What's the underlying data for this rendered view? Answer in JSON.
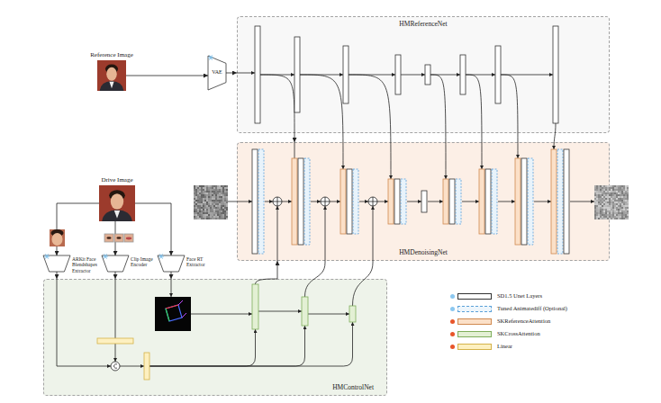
{
  "diagram": {
    "nodes": [
      {
        "text": [
          "Reference Image"
        ]
      },
      {
        "text": [
          "VAE"
        ]
      },
      {
        "text": [
          "HMReferenceNet"
        ]
      },
      {
        "text": [
          "HMDenoisingNet"
        ]
      },
      {
        "text": [
          "Drive Image"
        ]
      },
      {
        "text": [
          "ARKit Face Blendshapes Extractor"
        ]
      },
      {
        "text": [
          "Clip Image Encoder"
        ]
      },
      {
        "text": [
          "Face RT Extractor"
        ]
      },
      {
        "text": [
          "HMControlNet"
        ]
      }
    ],
    "edges": [
      {
        "from": 0,
        "to": 1,
        "arrow": "to"
      },
      {
        "from": 1,
        "to": 2,
        "arrow": "to"
      },
      {
        "from": 2,
        "to": 3,
        "arrow": "to"
      },
      {
        "from": 4,
        "to": 5,
        "arrow": "to"
      },
      {
        "from": 4,
        "to": 6,
        "arrow": "to"
      },
      {
        "from": 4,
        "to": 7,
        "arrow": "to"
      },
      {
        "from": 5,
        "to": 8,
        "arrow": "to"
      },
      {
        "from": 6,
        "to": 8,
        "arrow": "to"
      },
      {
        "from": 7,
        "to": 8,
        "arrow": "to"
      },
      {
        "from": 8,
        "to": 3,
        "arrow": "to"
      }
    ],
    "legend": [
      {
        "text": "SD1.5 Unet Layers",
        "color": "#ffffff"
      },
      {
        "text": "Tuned Animatediff (Optional)"
      },
      {
        "text": "SKReferenceAttention",
        "color": "#fbe0c8"
      },
      {
        "text": "SKCrossAttention",
        "color": "#e3f0d4"
      },
      {
        "text": "Linear",
        "color": "#fdf0c0"
      }
    ]
  }
}
